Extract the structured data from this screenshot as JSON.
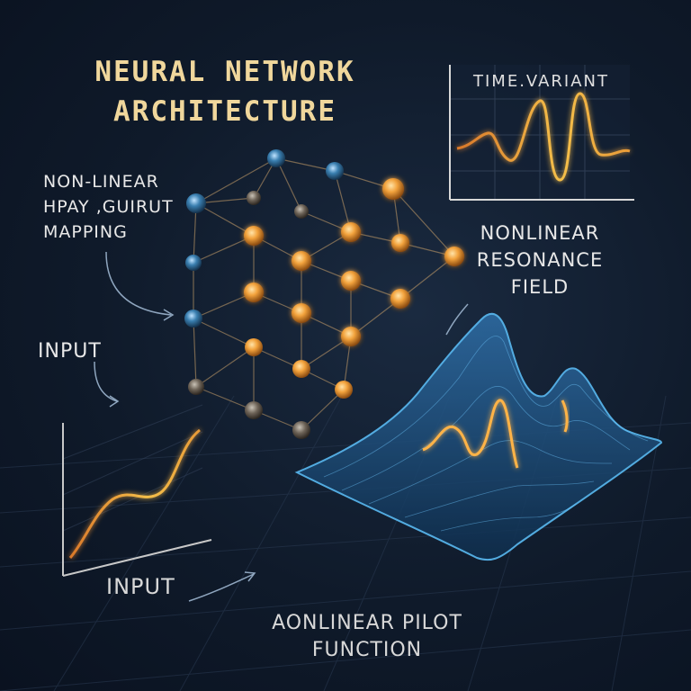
{
  "title": "NEURAL NETWORK ARCHITECTURE",
  "labels": {
    "nonlinear_mapping": "NON-LINEAR HPAY ,GUIRUT MAPPING",
    "input_left": "INPUT",
    "time_variant": "TIME.VARIANT",
    "resonance_field": "NONLINEAR RESONANCE FIELD",
    "input_bottom": "INPUT",
    "pilot_function": "AONLINEAR PILOT FUNCTION"
  },
  "colors": {
    "background": "#0f1a2a",
    "title": "#f0d79c",
    "node_orange": "#f2a23c",
    "node_blue": "#3a7fb0",
    "surface_blue": "#3aa6e6",
    "curve_orange": "#ffb347"
  }
}
